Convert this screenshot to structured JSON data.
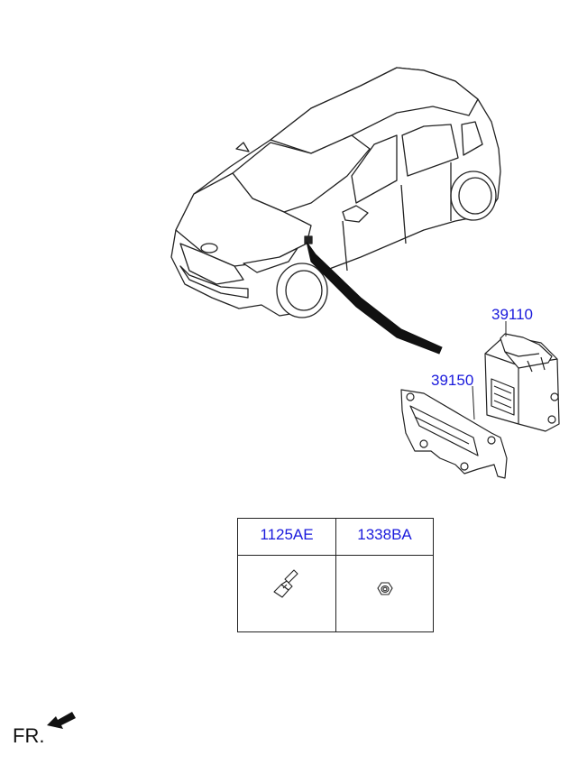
{
  "callouts": {
    "ecu": "39110",
    "bracket": "39150"
  },
  "fasteners": {
    "bolt_code": "1125AE",
    "nut_code": "1338BA"
  },
  "direction": {
    "label": "FR."
  },
  "icons": [
    "car-illustration-icon",
    "ecu-module-icon",
    "bracket-icon",
    "bolt-icon",
    "nut-icon",
    "front-arrow-icon"
  ],
  "colors": {
    "callout": "#1a1adc",
    "line": "#222222"
  }
}
